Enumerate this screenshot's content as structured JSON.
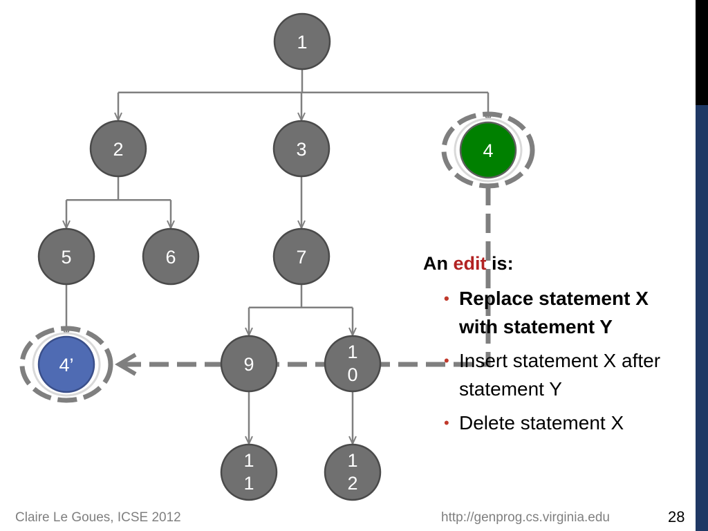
{
  "diagram": {
    "nodes": [
      {
        "id": "n1",
        "label": "1"
      },
      {
        "id": "n2",
        "label": "2"
      },
      {
        "id": "n3",
        "label": "3"
      },
      {
        "id": "n4",
        "label": "4"
      },
      {
        "id": "n5",
        "label": "5"
      },
      {
        "id": "n6",
        "label": "6"
      },
      {
        "id": "n7",
        "label": "7"
      },
      {
        "id": "n4p",
        "label": "4’"
      },
      {
        "id": "n9",
        "label": "9"
      },
      {
        "id": "n10",
        "label": "1\n0"
      },
      {
        "id": "n11",
        "label": "1\n1"
      },
      {
        "id": "n12",
        "label": "1\n2"
      }
    ],
    "edges": [
      {
        "from": "n1",
        "to": "n2"
      },
      {
        "from": "n1",
        "to": "n3"
      },
      {
        "from": "n1",
        "to": "n4"
      },
      {
        "from": "n2",
        "to": "n5"
      },
      {
        "from": "n2",
        "to": "n6"
      },
      {
        "from": "n3",
        "to": "n7"
      },
      {
        "from": "n7",
        "to": "n9"
      },
      {
        "from": "n7",
        "to": "n10"
      },
      {
        "from": "n5",
        "to": "n4p"
      },
      {
        "from": "n9",
        "to": "n11"
      },
      {
        "from": "n10",
        "to": "n12"
      }
    ],
    "copy_path": {
      "from": "n4",
      "to": "n4p"
    },
    "colors": {
      "node_gray": "#707070",
      "node_green": "#008000",
      "node_blue": "#4f6bb3",
      "edge": "#7f7f7f",
      "dashed_highlight": "#7f7f7f"
    }
  },
  "edit_panel": {
    "heading_prefix": "An",
    "heading_keyword": "edit",
    "heading_suffix": "is:",
    "bullets": [
      {
        "text": "Replace statement X with statement Y",
        "bold": true
      },
      {
        "text": "Insert statement X after statement Y",
        "bold": false
      },
      {
        "text": "Delete statement X",
        "bold": false
      }
    ]
  },
  "footer": {
    "author": "Claire Le Goues, ICSE 2012",
    "url": "http://genprog.cs.virginia.edu",
    "page_number": "28"
  }
}
